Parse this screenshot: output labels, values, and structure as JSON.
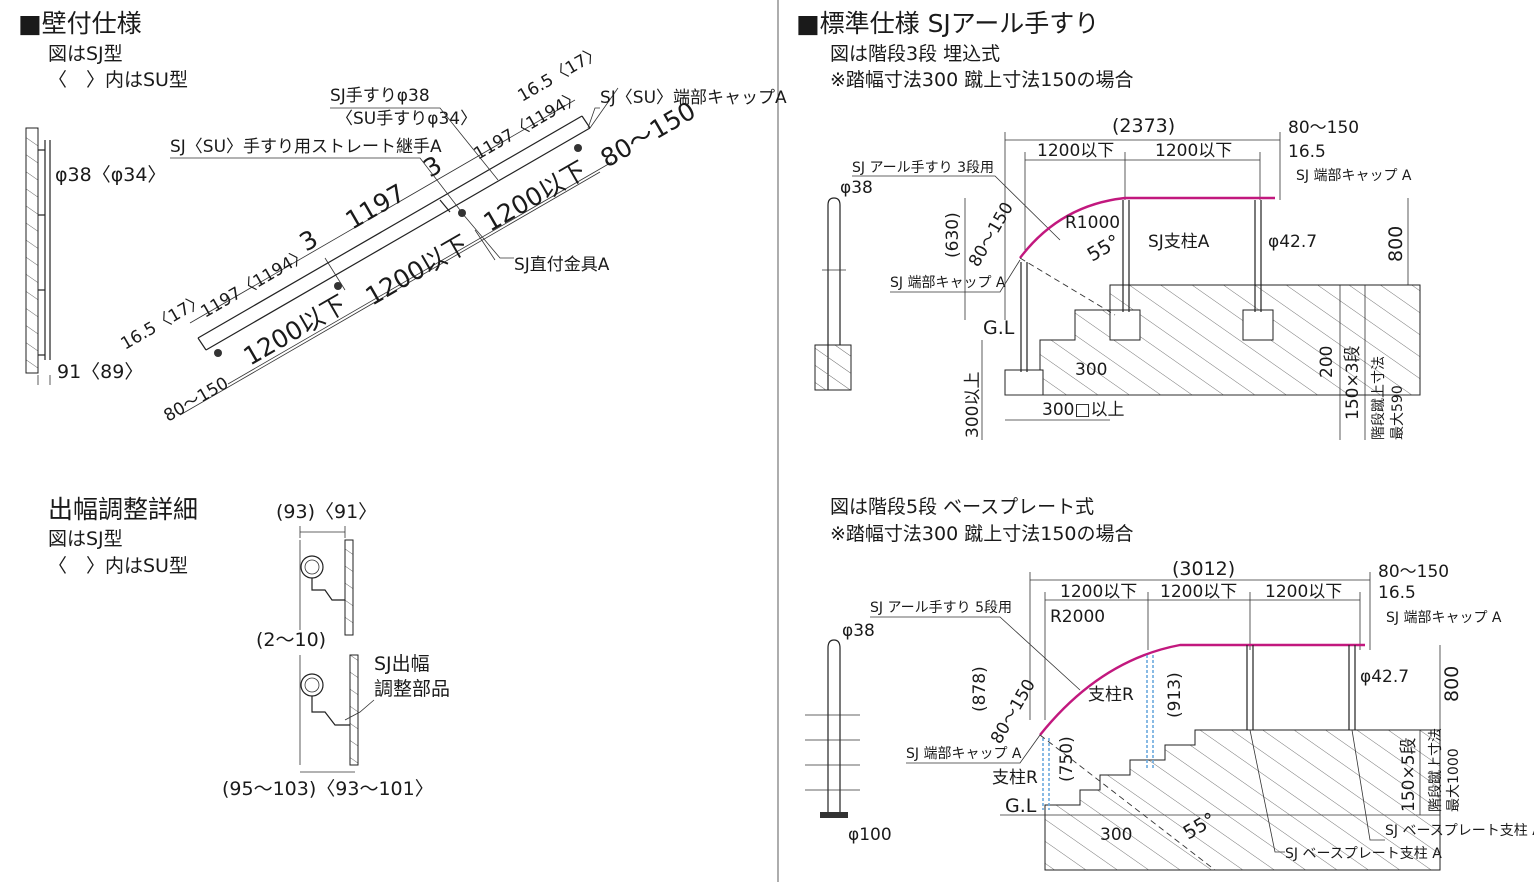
{
  "left_top": {
    "title": "■壁付仕様",
    "note1": "図はSJ型",
    "note2": "〈　〉内はSU型",
    "labels": {
      "phi38_34": "φ38〈φ34〉",
      "dim_91_89": "91〈89〉",
      "sj_handrail": "SJ手すりφ38",
      "su_handrail": "〈SU手すりφ34〉",
      "straight_joint": "SJ〈SU〉手すり用ストレート継手A",
      "end_cap": "SJ〈SU〉端部キャップA",
      "direct_bracket": "SJ直付金具A",
      "dim_165_top": "16.5〈17〉",
      "dim_165_bottom": "16.5〈17〉",
      "dim_1197_1194_top": "1197〈1194〉",
      "dim_1197_1194_bottom": "1197〈1194〉",
      "dim_3_a": "3",
      "dim_3_b": "3",
      "dim_1197": "1197",
      "dim_1200_a": "1200以下",
      "dim_1200_b": "1200以下",
      "dim_1200_c": "1200以下",
      "dim_80_150_top": "80～150",
      "dim_80_150_bottom": "80～150"
    }
  },
  "left_bottom": {
    "title": "出幅調整詳細",
    "note1": "図はSJ型",
    "note2": "〈　〉内はSU型",
    "labels": {
      "dim_93_91": "(93)〈91〉",
      "dim_2_10": "(2～10)",
      "adj_part_1": "SJ出幅",
      "adj_part_2": "調整部品",
      "dim_95_103": "(95～103)〈93～101〉"
    }
  },
  "right_top": {
    "title": "■標準仕様 SJアール手すり",
    "note1": "図は階段3段 埋込式",
    "note2": "※踏幅寸法300 蹴上寸法150の場合",
    "labels": {
      "total": "(2373)",
      "dim_1200_a": "1200以下",
      "dim_1200_b": "1200以下",
      "dim_80_150": "80～150",
      "dim_165": "16.5",
      "arc_rail": "SJ アール手すり 3段用",
      "end_cap_right": "SJ 端部キャップ A",
      "phi38": "φ38",
      "r1000": "R1000",
      "post": "SJ支柱A",
      "phi427": "φ42.7",
      "dim_630": "(630)",
      "dim_80_150_v": "80～150",
      "angle": "55°",
      "end_cap_left": "SJ 端部キャップ A",
      "dim_800": "800",
      "gl": "G.L",
      "dim_300": "300",
      "dim_300_min": "300以上",
      "dim_300_sq": "300□以上",
      "dim_200": "200",
      "dim_150x3": "150×3段",
      "max_rise_1": "階段蹴上寸法",
      "max_rise_2": "最大590"
    }
  },
  "right_bottom": {
    "note1": "図は階段5段 ベースプレート式",
    "note2": "※踏幅寸法300 蹴上寸法150の場合",
    "labels": {
      "total": "(3012)",
      "dim_1200_a": "1200以下",
      "dim_1200_b": "1200以下",
      "dim_1200_c": "1200以下",
      "dim_80_150": "80～150",
      "dim_165": "16.5",
      "arc_rail": "SJ アール手すり 5段用",
      "r2000": "R2000",
      "end_cap_right": "SJ 端部キャップ A",
      "phi38": "φ38",
      "dim_878": "(878)",
      "dim_80_150_v": "80～150",
      "post_r_1": "支柱R",
      "dim_913": "(913)",
      "phi427": "φ42.7",
      "dim_800": "800",
      "end_cap_left": "SJ 端部キャップ A",
      "dim_750": "(750)",
      "post_r_2": "支柱R",
      "gl": "G.L",
      "phi100": "φ100",
      "dim_300": "300",
      "angle": "55°",
      "dim_150x5": "150×5段",
      "max_rise_1": "階段蹴上寸法",
      "max_rise_2": "最大1000",
      "bp_post_1": "SJ ベースプレート支柱 A",
      "bp_post_2": "SJ ベースプレート支柱 A"
    }
  },
  "colors": {
    "rail": "#c2187e",
    "post_r": "#6aa9dd",
    "line": "#222222"
  }
}
